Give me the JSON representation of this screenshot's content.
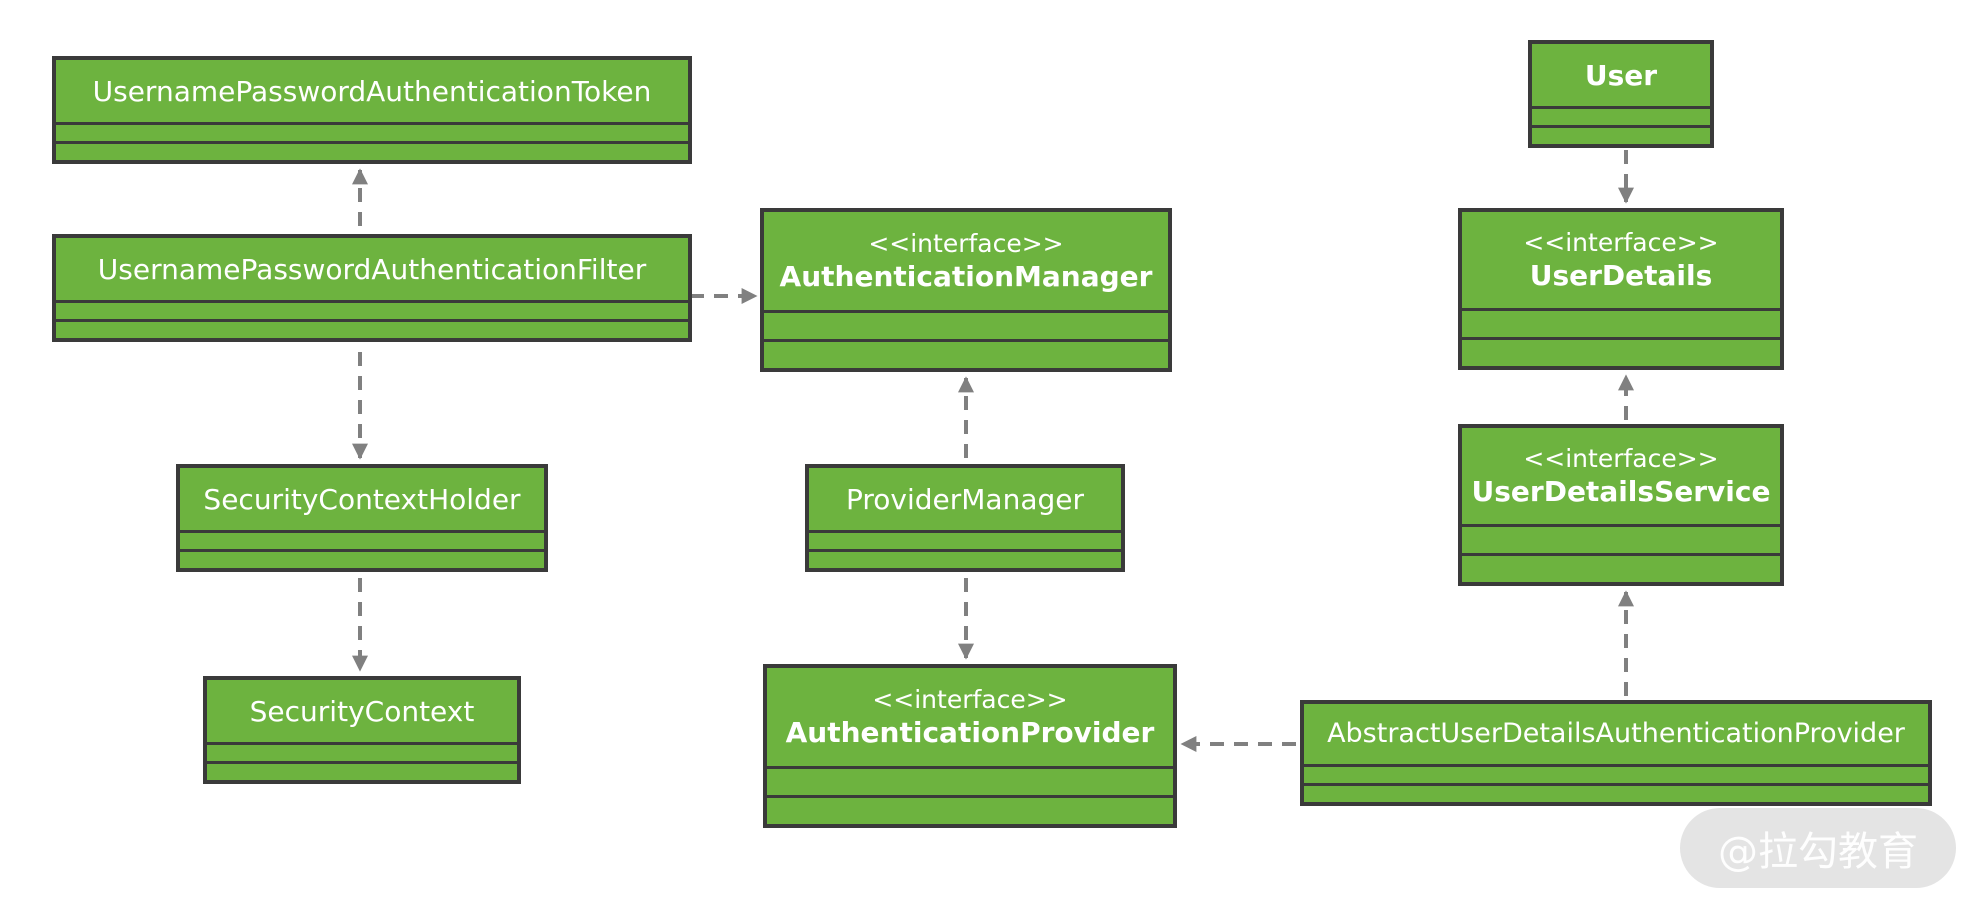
{
  "classes": {
    "upat_token": {
      "name": "UsernamePasswordAuthenticationToken"
    },
    "upaf": {
      "name": "UsernamePasswordAuthenticationFilter"
    },
    "sch": {
      "name": "SecurityContextHolder"
    },
    "sc": {
      "name": "SecurityContext"
    },
    "auth_manager": {
      "stereotype": "<<interface>>",
      "name": "AuthenticationManager"
    },
    "provider_manager": {
      "name": "ProviderManager"
    },
    "auth_provider": {
      "stereotype": "<<interface>>",
      "name": "AuthenticationProvider"
    },
    "user": {
      "name": "User"
    },
    "user_details": {
      "stereotype": "<<interface>>",
      "name": "UserDetails"
    },
    "uds": {
      "stereotype": "<<interface>>",
      "name": "UserDetailsService"
    },
    "audap": {
      "name": "AbstractUserDetailsAuthenticationProvider"
    }
  },
  "edges": [
    {
      "from": "upaf",
      "to": "upat_token"
    },
    {
      "from": "upaf",
      "to": "auth_manager"
    },
    {
      "from": "upaf",
      "to": "sch"
    },
    {
      "from": "sch",
      "to": "sc"
    },
    {
      "from": "provider_manager",
      "to": "auth_manager"
    },
    {
      "from": "provider_manager",
      "to": "auth_provider"
    },
    {
      "from": "audap",
      "to": "auth_provider"
    },
    {
      "from": "audap",
      "to": "uds"
    },
    {
      "from": "uds",
      "to": "user_details"
    },
    {
      "from": "user",
      "to": "user_details"
    }
  ],
  "colors": {
    "class_fill": "#6db33f",
    "border": "#3a3a3a",
    "edge": "#808080"
  },
  "watermark": {
    "text": "@拉勾教育"
  }
}
